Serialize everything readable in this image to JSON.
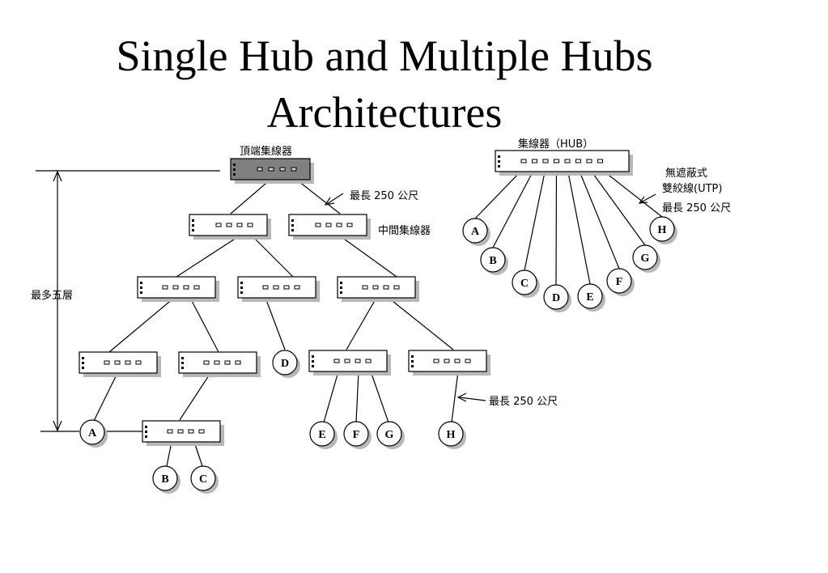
{
  "title": {
    "line1": "Single Hub and Multiple Hubs",
    "line2": "Architectures"
  },
  "multi_hub": {
    "top_hub_label": "頂端集線器",
    "middle_hub_label": "中間集線器",
    "max_length_label": "最長 250 公尺",
    "max_layers_label": "最多五層",
    "max_length_label_bottom": "最長 250 公尺",
    "nodes": [
      "A",
      "B",
      "C",
      "D",
      "E",
      "F",
      "G",
      "H"
    ]
  },
  "single_hub": {
    "hub_label": "集線器（HUB）",
    "utp_line1": "無遮蔽式",
    "utp_line2": "雙絞線(UTP)",
    "utp_line3": "最長 250 公尺",
    "nodes": [
      "A",
      "B",
      "C",
      "D",
      "E",
      "F",
      "G",
      "H"
    ]
  },
  "colors": {
    "top_hub_fill": "#808080",
    "hub_fill": "#ffffff",
    "shadow": "#b8b8b8"
  }
}
